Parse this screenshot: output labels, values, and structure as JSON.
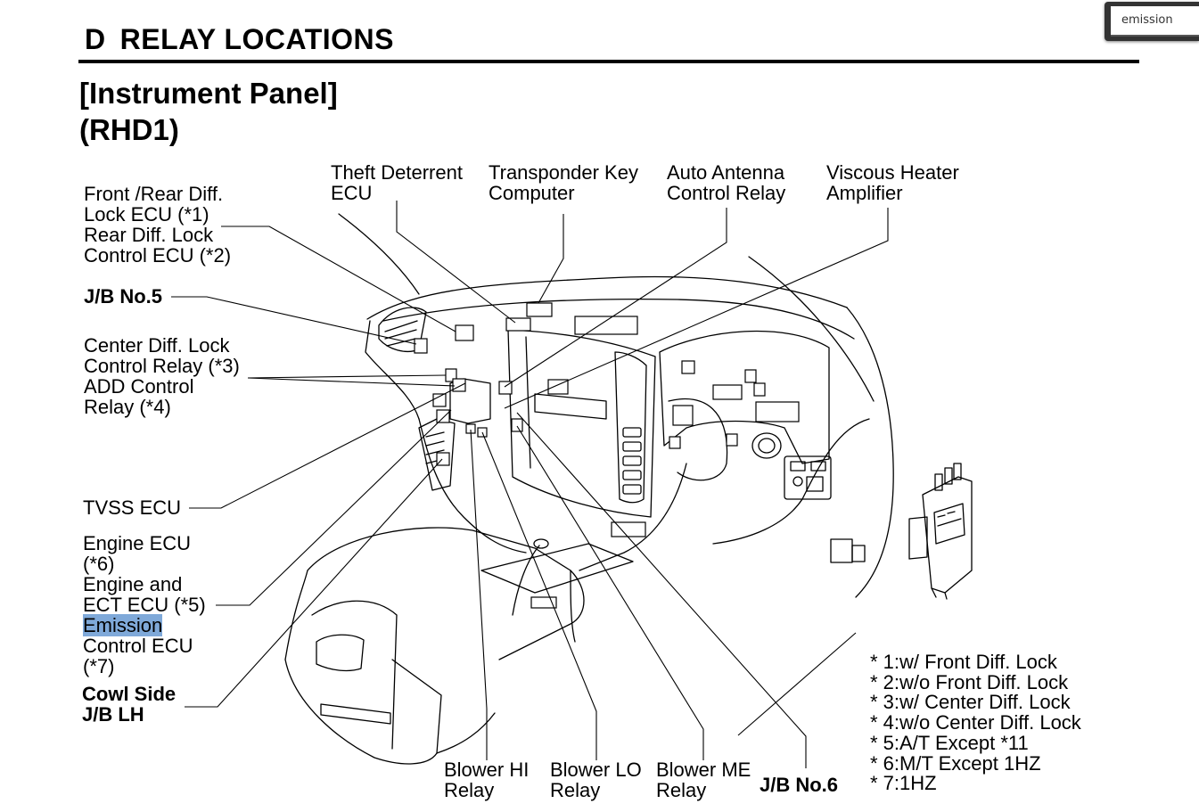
{
  "header": {
    "section": "D",
    "title": "RELAY LOCATIONS"
  },
  "subtitle": {
    "line1": "[Instrument Panel]",
    "line2": "(RHD1)"
  },
  "search": {
    "value": "emission"
  },
  "labels": {
    "front_rear_diff_1": "Front /Rear Diff.",
    "front_rear_diff_2": "Lock ECU (*1)",
    "rear_diff_1": "Rear Diff. Lock",
    "rear_diff_2": "Control ECU (*2)",
    "jb5": "J/B No.5",
    "center_diff_1": "Center Diff. Lock",
    "center_diff_2": "Control Relay (*3)",
    "add_1": "ADD Control",
    "add_2": "Relay (*4)",
    "tvss": "TVSS ECU",
    "engine_1": "Engine ECU",
    "engine_2": "(*6)",
    "engine_ect_1": "Engine and",
    "engine_ect_2": "ECT ECU (*5)",
    "emission_1": "Emission",
    "emission_2": "Control ECU",
    "emission_3": "(*7)",
    "cowl_1": "Cowl Side",
    "cowl_2": "J/B LH",
    "theft_1": "Theft Deterrent",
    "theft_2": "ECU",
    "transponder_1": "Transponder Key",
    "transponder_2": "Computer",
    "antenna_1": "Auto Antenna",
    "antenna_2": "Control Relay",
    "viscous_1": "Viscous Heater",
    "viscous_2": "Amplifier",
    "blower_hi_1": "Blower HI",
    "blower_hi_2": "Relay",
    "blower_lo_1": "Blower LO",
    "blower_lo_2": "Relay",
    "blower_me_1": "Blower ME",
    "blower_me_2": "Relay",
    "jb6": "J/B No.6"
  },
  "notes": [
    "* 1:w/ Front Diff. Lock",
    "* 2:w/o Front Diff. Lock",
    "* 3:w/ Center Diff. Lock",
    "* 4:w/o Center Diff. Lock",
    "* 5:A/T Except *11",
    "* 6:M/T Except 1HZ",
    "* 7:1HZ"
  ]
}
